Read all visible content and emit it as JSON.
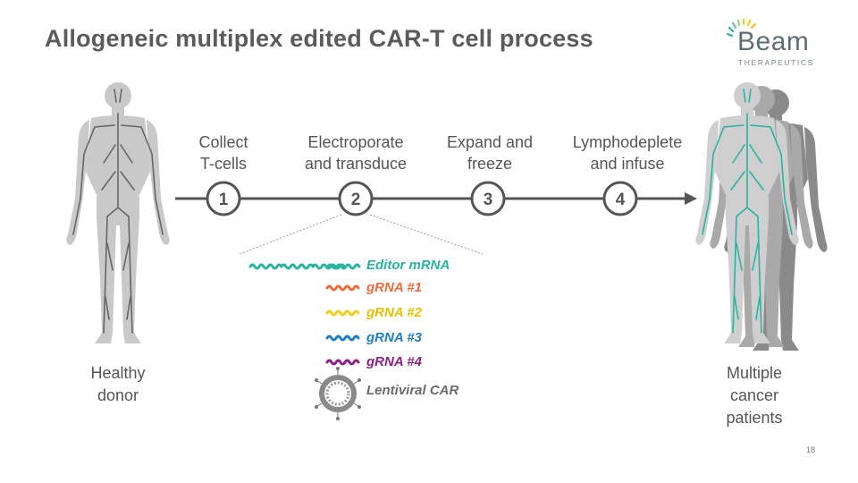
{
  "title": "Allogeneic multiplex edited CAR-T cell process",
  "logo": {
    "name": "Beam",
    "subtitle": "THERAPEUTICS"
  },
  "donor_label": [
    "Healthy",
    "donor"
  ],
  "patients_label": [
    "Multiple",
    "cancer",
    "patients"
  ],
  "steps": [
    {
      "number": "1",
      "label": [
        "Collect",
        "T-cells"
      ]
    },
    {
      "number": "2",
      "label": [
        "Electroporate",
        "and transduce"
      ]
    },
    {
      "number": "3",
      "label": [
        "Expand and",
        "freeze"
      ]
    },
    {
      "number": "4",
      "label": [
        "Lymphodeplete",
        "and infuse"
      ]
    }
  ],
  "reagents": [
    {
      "label": "Editor mRNA",
      "color": "#2ab3a0"
    },
    {
      "label": "gRNA #1",
      "color": "#ee6c3b"
    },
    {
      "label": "gRNA #2",
      "color": "#f3cf1a"
    },
    {
      "label": "gRNA #3",
      "color": "#1f7fbf"
    },
    {
      "label": "gRNA #4",
      "color": "#8e1f85"
    },
    {
      "label": "Lentiviral CAR",
      "color": "#6b6b6b"
    }
  ],
  "page_number": "18",
  "colors": {
    "line": "#555555",
    "body": "#c8c8c8",
    "teal": "#2ab3a0",
    "brand": "#5f6d76"
  }
}
